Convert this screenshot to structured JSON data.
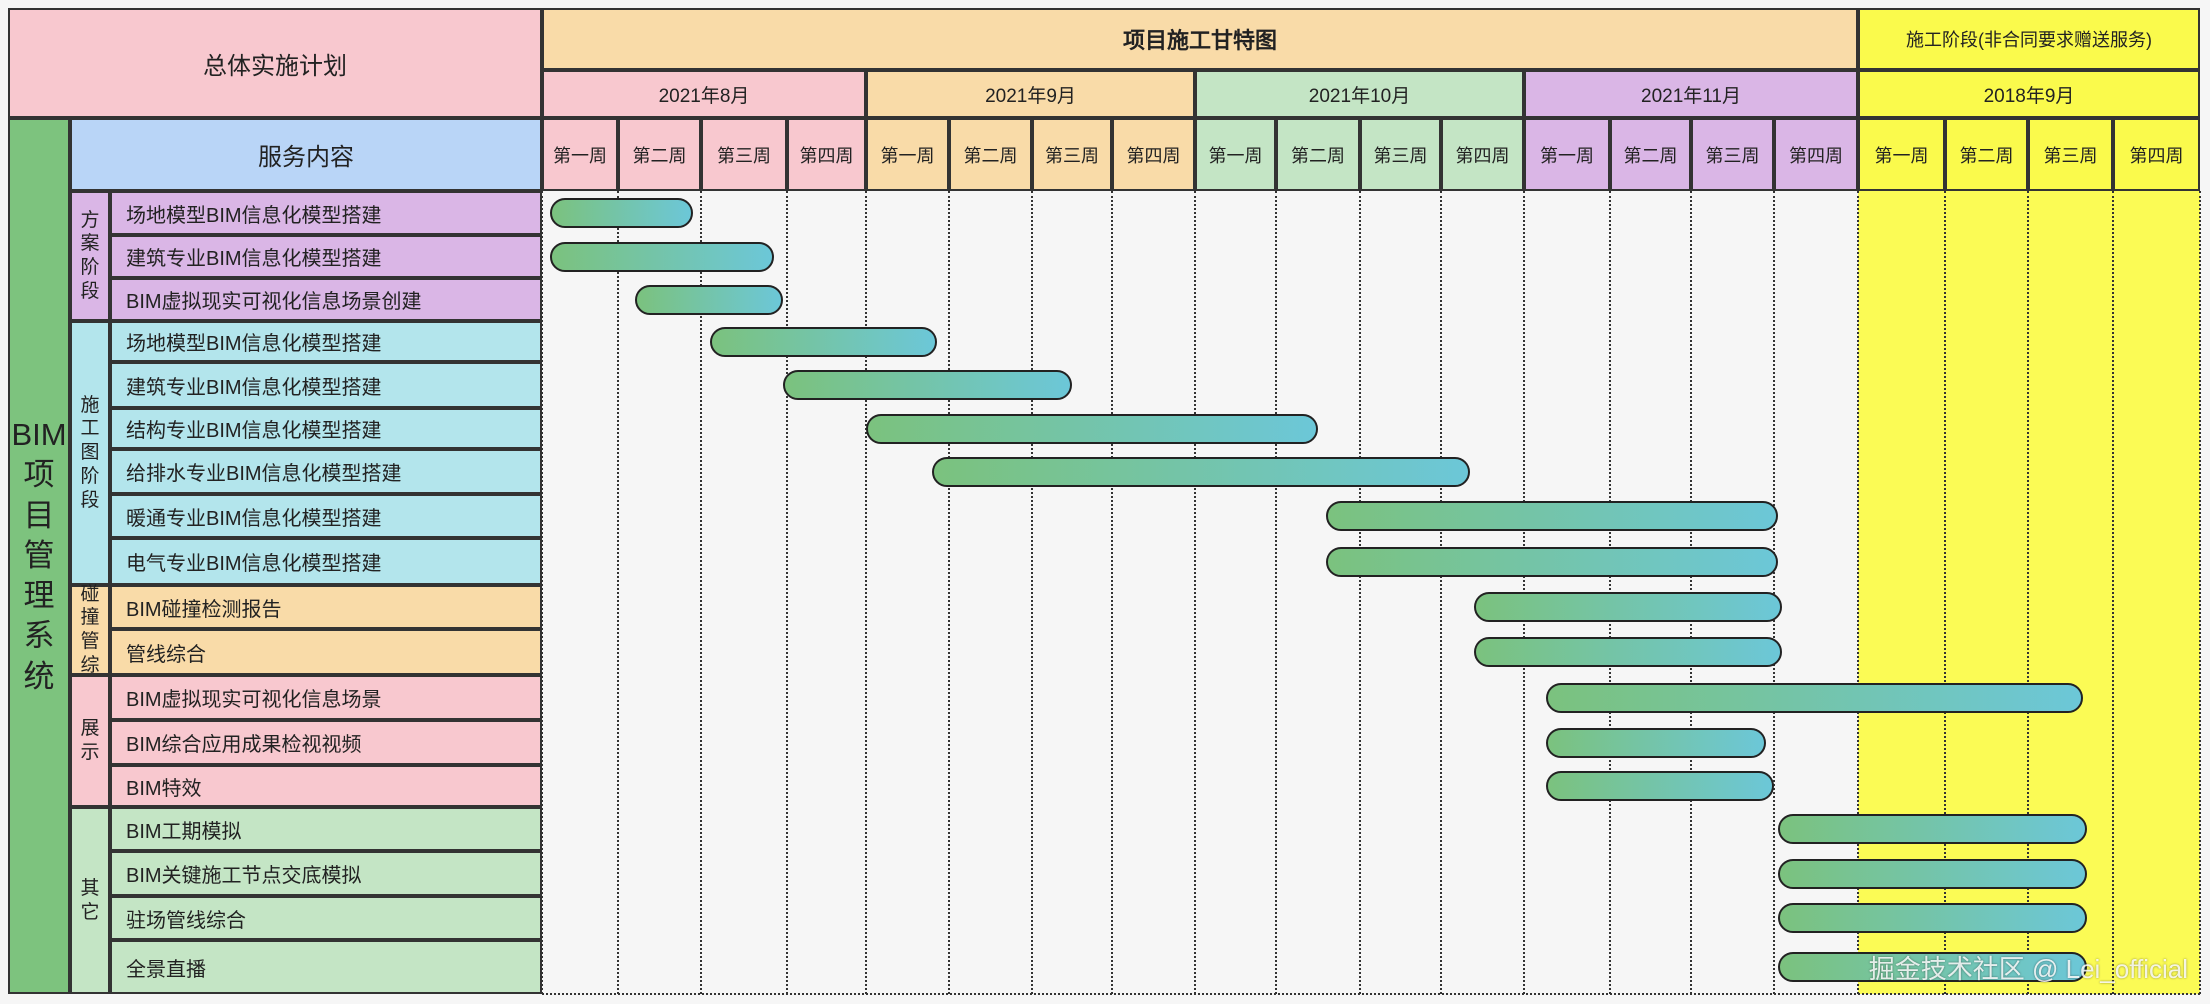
{
  "header": {
    "plan_title": "总体实施计划",
    "chart_title": "项目施工甘特图",
    "service_title": "施工阶段(非合同要求赠送服务)",
    "system_title": "BIM项目管理系统",
    "service_content": "服务内容"
  },
  "months": [
    {
      "label": "2021年8月",
      "color": "#f8c8cf"
    },
    {
      "label": "2021年9月",
      "color": "#f9dba8"
    },
    {
      "label": "2021年10月",
      "color": "#c4e5c5"
    },
    {
      "label": "2021年11月",
      "color": "#dab6e6"
    },
    {
      "label": "2018年9月",
      "color": "#fafa4c"
    }
  ],
  "weeks": [
    "第一周",
    "第二周",
    "第三周",
    "第四周"
  ],
  "phases": [
    {
      "label": "方案阶段",
      "color": "#dab6e6"
    },
    {
      "label": "施工图阶段",
      "color": "#b3e5ec"
    },
    {
      "label": "碰撞管综",
      "color": "#f9dba8"
    },
    {
      "label": "展示",
      "color": "#f8c8cf"
    },
    {
      "label": "其它",
      "color": "#c4e5c5"
    }
  ],
  "tasks": [
    {
      "name": "场地模型BIM信息化模型搭建",
      "phase": 0,
      "start": 0.1,
      "end": 1.9
    },
    {
      "name": "建筑专业BIM信息化模型搭建",
      "phase": 0,
      "start": 0.1,
      "end": 2.85
    },
    {
      "name": "BIM虚拟现实可视化信息场景创建",
      "phase": 0,
      "start": 1.2,
      "end": 2.95
    },
    {
      "name": "场地模型BIM信息化模型搭建",
      "phase": 1,
      "start": 2.1,
      "end": 4.85
    },
    {
      "name": "建筑专业BIM信息化模型搭建",
      "phase": 1,
      "start": 2.95,
      "end": 6.5
    },
    {
      "name": "结构专业BIM信息化模型搭建",
      "phase": 1,
      "start": 4.0,
      "end": 9.5
    },
    {
      "name": "给排水专业BIM信息化模型搭建",
      "phase": 1,
      "start": 4.8,
      "end": 11.35
    },
    {
      "name": "暖通专业BIM信息化模型搭建",
      "phase": 1,
      "start": 9.6,
      "end": 15.05
    },
    {
      "name": "电气专业BIM信息化模型搭建",
      "phase": 1,
      "start": 9.6,
      "end": 15.05
    },
    {
      "name": "BIM碰撞检测报告",
      "phase": 2,
      "start": 11.4,
      "end": 15.1
    },
    {
      "name": "管线综合",
      "phase": 2,
      "start": 11.4,
      "end": 15.1
    },
    {
      "name": "BIM虚拟现实可视化信息场景",
      "phase": 3,
      "start": 12.25,
      "end": 18.65
    },
    {
      "name": "BIM综合应用成果检视视频",
      "phase": 3,
      "start": 12.25,
      "end": 14.9
    },
    {
      "name": "BIM特效",
      "phase": 3,
      "start": 12.25,
      "end": 15.0
    },
    {
      "name": "BIM工期模拟",
      "phase": 4,
      "start": 15.05,
      "end": 18.7
    },
    {
      "name": "BIM关键施工节点交底模拟",
      "phase": 4,
      "start": 15.05,
      "end": 18.7
    },
    {
      "name": "驻场管线综合",
      "phase": 4,
      "start": 15.05,
      "end": 18.7
    },
    {
      "name": "全景直播",
      "phase": 4,
      "start": 15.05,
      "end": 18.7
    }
  ],
  "colors": {
    "plan_title_bg": "#f8c8cf",
    "chart_title_bg": "#f9dba8",
    "service_title_bg": "#fafa4c",
    "system_bg": "#7dc37e",
    "service_content_bg": "#b9d5f7",
    "bar_start": "#7bc27e",
    "bar_end": "#6cc7d8",
    "highlight_bg": "#fbfb55"
  },
  "watermark": "掘金技术社区 @ Lei_official"
}
